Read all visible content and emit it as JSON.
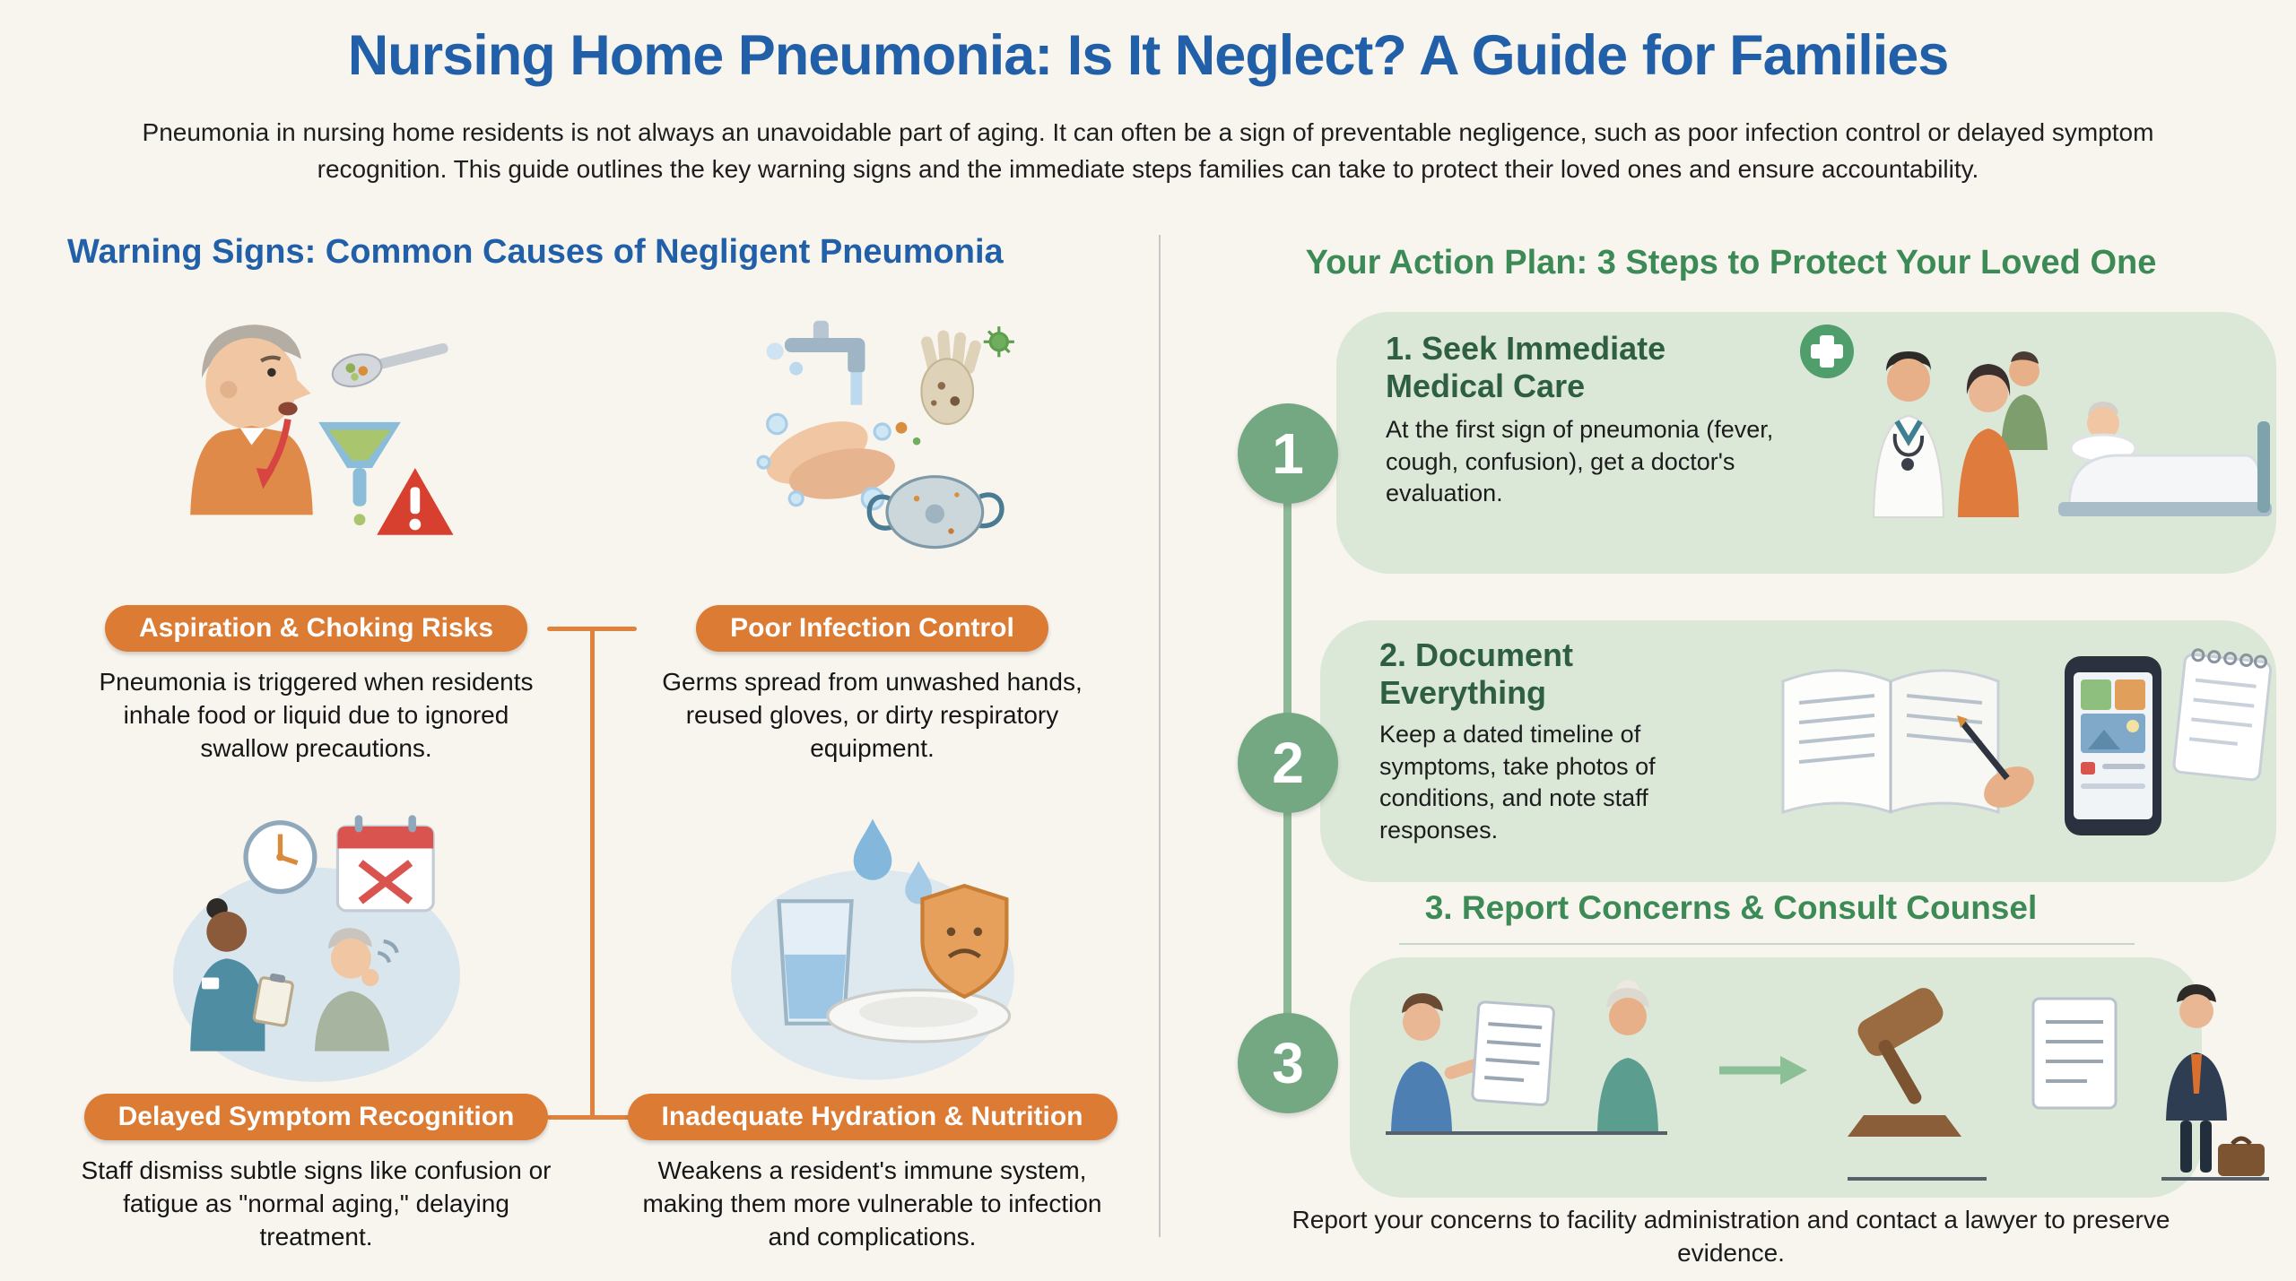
{
  "page": {
    "title": "Nursing Home Pneumonia: Is It Neglect? A Guide for Families",
    "intro": "Pneumonia in nursing home residents is not always an unavoidable part of aging. It can often be a sign of preventable negligence, such as poor infection control or delayed symptom recognition. This guide outlines the key warning signs and the immediate steps families can take to protect their loved ones and ensure accountability."
  },
  "warning_section": {
    "heading": "Warning Signs: Common Causes of Negligent Pneumonia",
    "cards": [
      {
        "label": "Aspiration & Choking Risks",
        "description": "Pneumonia is triggered when residents inhale food or liquid due to ignored swallow precautions.",
        "illustration": "elderly-man-choking-spoon-funnel-warning-icon"
      },
      {
        "label": "Poor Infection Control",
        "description": "Germs spread from unwashed hands, reused gloves, or dirty respiratory equipment.",
        "illustration": "handwashing-faucet-dirty-glove-mask-germs-icon"
      },
      {
        "label": "Delayed Symptom Recognition",
        "description": "Staff dismiss subtle signs like confusion or fatigue as \"normal aging,\" delaying treatment.",
        "illustration": "nurse-clipboard-clock-calendar-x-coughing-elder-icon"
      },
      {
        "label": "Inadequate Hydration & Nutrition",
        "description": "Weakens a resident's immune system, making them more vulnerable to infection and complications.",
        "illustration": "water-glass-empty-plate-drops-sad-shield-icon"
      }
    ]
  },
  "action_section": {
    "heading": "Your Action Plan: 3 Steps to Protect Your Loved One",
    "steps": [
      {
        "number": "1",
        "title": "1. Seek Immediate Medical Care",
        "description": "At the first sign of pneumonia (fever, cough, confusion), get a doctor's evaluation.",
        "illustration": "doctor-family-elder-in-bed-medical-cross-icon"
      },
      {
        "number": "2",
        "title": "2. Document Everything",
        "description": "Keep a dated timeline of symptoms, take photos of conditions, and note staff responses.",
        "illustration": "journal-hand-writing-phone-photos-notepad-icon"
      },
      {
        "number": "3",
        "title": "3. Report Concerns & Consult Counsel",
        "description": "Report your concerns to facility administration and contact a lawyer to preserve evidence.",
        "illustration": "family-documents-gavel-lawyer-icon"
      }
    ]
  },
  "colors": {
    "background": "#f8f5ef",
    "heading_blue": "#2160a8",
    "heading_green": "#3c8a55",
    "pill_orange": "#dc7b33",
    "step_circle_green": "#74a883",
    "step_blob_green": "#dbe8d8",
    "warning_red": "#d7402f"
  }
}
